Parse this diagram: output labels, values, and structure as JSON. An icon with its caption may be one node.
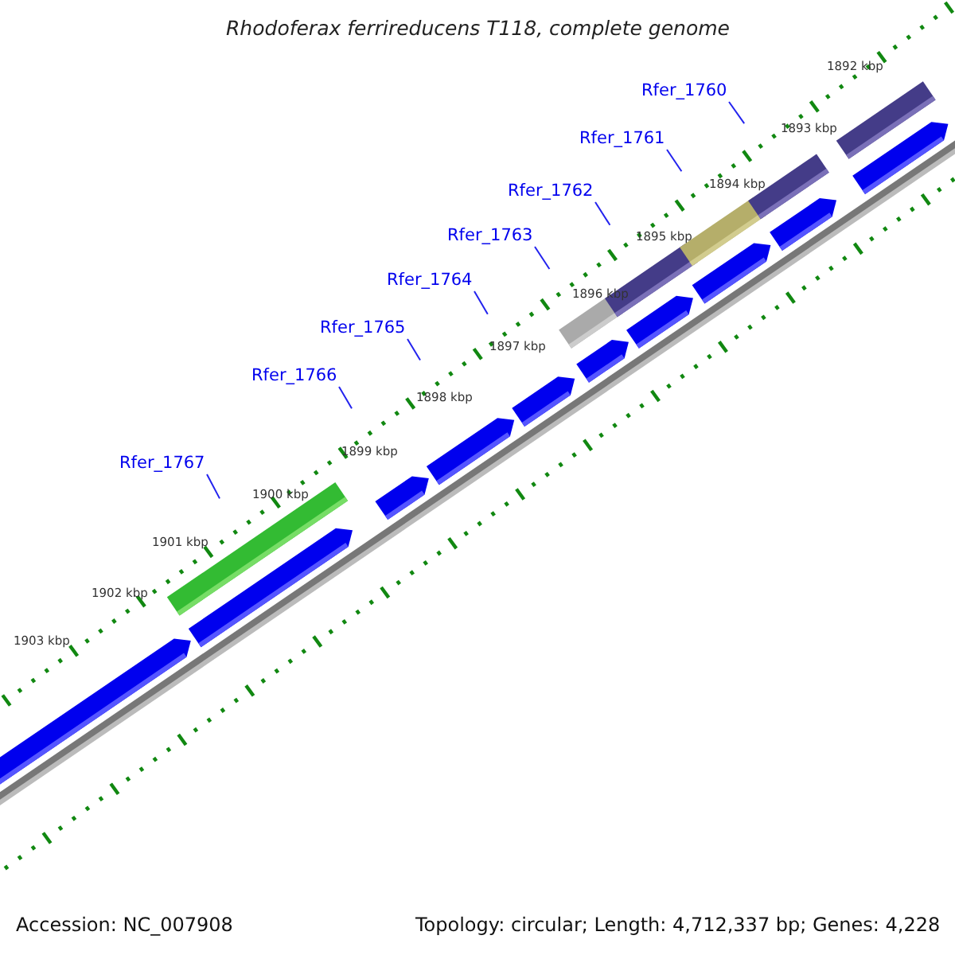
{
  "diagram": {
    "title": "Rhodoferax ferrireducens T118, complete genome",
    "nodes": [
      {
        "text": [
          "Rfer_1760"
        ]
      },
      {
        "text": [
          "Rfer_1761"
        ]
      },
      {
        "text": [
          "Rfer_1762"
        ]
      },
      {
        "text": [
          "Rfer_1763"
        ]
      },
      {
        "text": [
          "Rfer_1764"
        ]
      },
      {
        "text": [
          "Rfer_1765"
        ]
      },
      {
        "text": [
          "Rfer_1766"
        ]
      },
      {
        "text": [
          "Rfer_1767"
        ]
      }
    ],
    "edges": [
      {
        "from": 0,
        "to": null,
        "arrow": "none"
      },
      {
        "from": 1,
        "to": null,
        "arrow": "none"
      },
      {
        "from": 2,
        "to": null,
        "arrow": "none"
      },
      {
        "from": 3,
        "to": null,
        "arrow": "none"
      },
      {
        "from": 4,
        "to": null,
        "arrow": "none"
      },
      {
        "from": 5,
        "to": null,
        "arrow": "none"
      },
      {
        "from": 6,
        "to": null,
        "arrow": "none"
      },
      {
        "from": 7,
        "to": null,
        "arrow": "none"
      }
    ],
    "labels": [
      "1892 kbp",
      "1893 kbp",
      "1894 kbp",
      "1895 kbp",
      "1896 kbp",
      "1897 kbp",
      "1898 kbp",
      "1899 kbp",
      "1900 kbp",
      "1901 kbp",
      "1902 kbp",
      "1903 kbp",
      "Accession: NC_007908",
      "Topology: circular; Length: 4,712,337 bp; Genes: 4,228"
    ]
  }
}
